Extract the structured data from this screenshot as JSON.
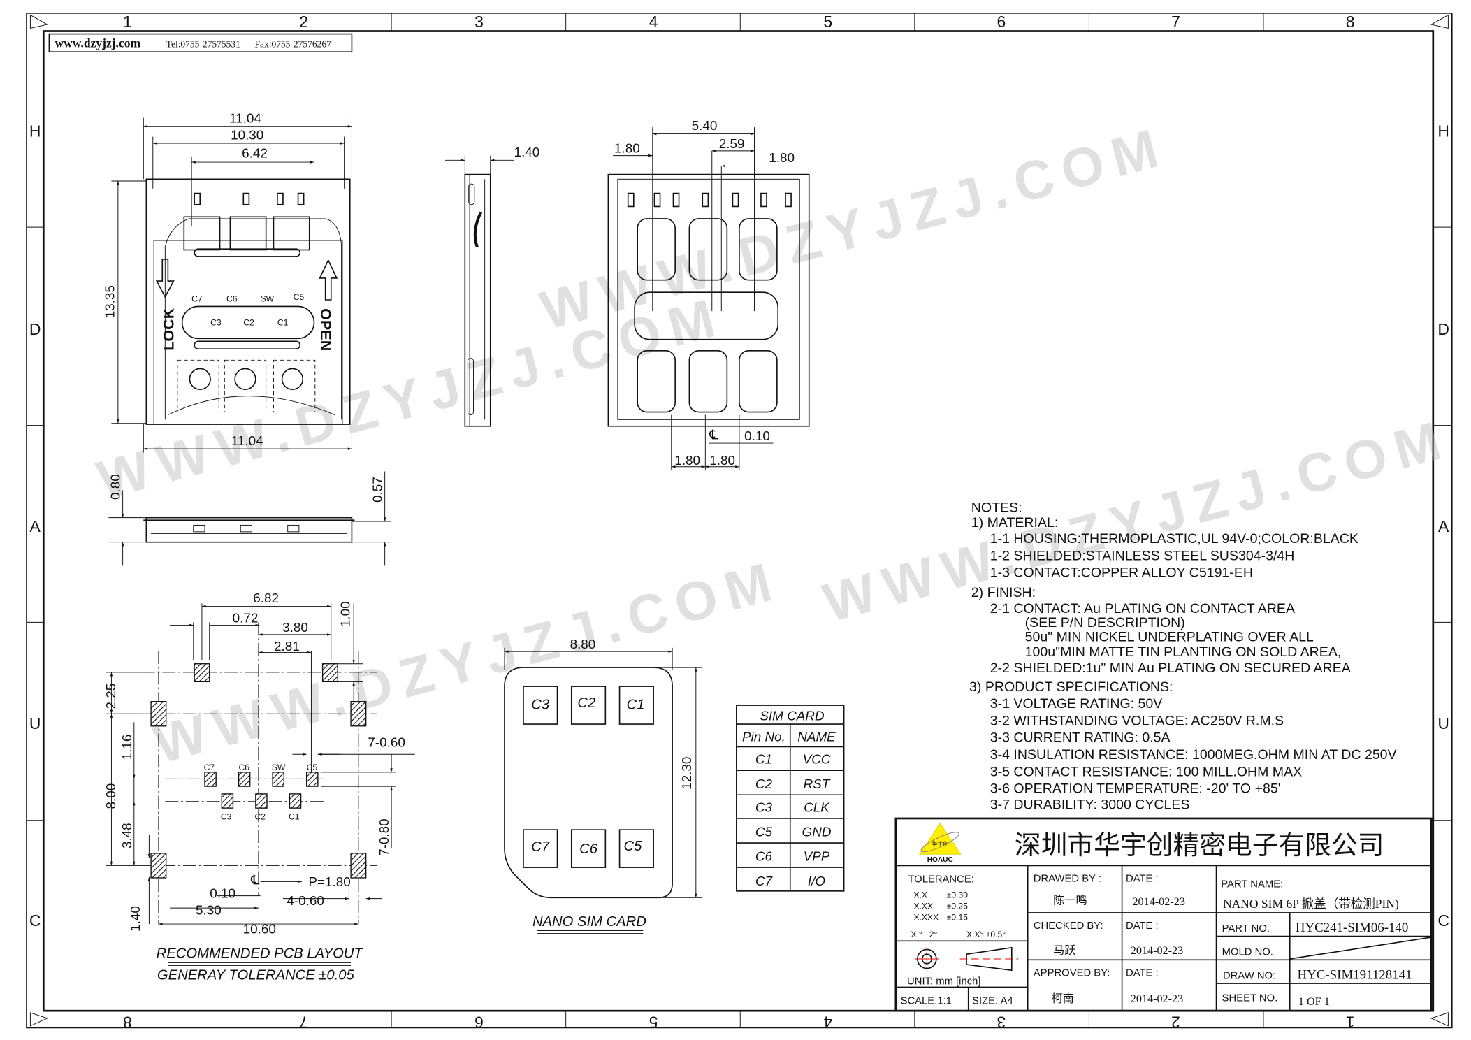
{
  "header": {
    "website": "www.dzyjzj.com",
    "tel": "Tel:0755-27575531",
    "fax": "Fax:0755-27576267"
  },
  "grid": {
    "columns": [
      "1",
      "2",
      "3",
      "4",
      "5",
      "6",
      "7",
      "8"
    ],
    "rows": [
      "H",
      "D",
      "A",
      "U",
      "C"
    ]
  },
  "watermark": "WWW.DZYJZJ.COM",
  "top_view": {
    "dims": {
      "overall_width": "11.04",
      "inner_width": "10.30",
      "slot_width": "6.42",
      "height": "13.35",
      "bottom_width": "11.04"
    },
    "labels": {
      "lock": "LOCK",
      "open": "OPEN"
    },
    "pins_top": [
      "C7",
      "C6",
      "SW",
      "C5"
    ],
    "pins_bottom": [
      "C3",
      "C2",
      "C1"
    ]
  },
  "side_view": {
    "thickness": "1.40"
  },
  "front_view": {
    "height": "0.80",
    "body_height": "0.57"
  },
  "bottom_view": {
    "dims": {
      "span": "5.40",
      "left": "1.80",
      "mid": "2.59",
      "right": "1.80",
      "offset": "0.10",
      "pitch_left": "1.80",
      "pitch_right": "1.80"
    },
    "centerline": "℄"
  },
  "pcb_layout": {
    "dims": {
      "d682": "6.82",
      "d072": "0.72",
      "d380": "3.80",
      "d281": "2.81",
      "d100": "1.00",
      "d225": "2.25",
      "d116": "1.16",
      "d800": "8.00",
      "d348": "3.48",
      "d140": "1.40",
      "d010": "0.10",
      "d530": "5.30",
      "d1060": "10.60",
      "pads_w": "7-0.60",
      "pads_h": "7-0.80",
      "pitch": "P=1.80",
      "side_pads": "4-0.60"
    },
    "pins_top": [
      "C7",
      "C6",
      "SW",
      "C5"
    ],
    "pins_bottom": [
      "C3",
      "C2",
      "C1"
    ],
    "centerline": "℄",
    "title": "RECOMMENDED PCB LAYOUT",
    "tolerance": "GENERAY TOLERANCE ±0.05"
  },
  "nano_sim": {
    "width": "8.80",
    "height": "12.30",
    "contacts_top": [
      "C3",
      "C2",
      "C1"
    ],
    "contacts_bottom": [
      "C7",
      "C6",
      "C5"
    ],
    "title": "NANO SIM CARD"
  },
  "sim_table": {
    "title": "SIM CARD",
    "headers": [
      "Pin No.",
      "NAME"
    ],
    "rows": [
      [
        "C1",
        "VCC"
      ],
      [
        "C2",
        "RST"
      ],
      [
        "C3",
        "CLK"
      ],
      [
        "C5",
        "GND"
      ],
      [
        "C6",
        "VPP"
      ],
      [
        "C7",
        "I/O"
      ]
    ]
  },
  "notes": {
    "title": "NOTES:",
    "lines": [
      "1) MATERIAL:",
      "1-1  HOUSING:THERMOPLASTIC,UL  94V-0;COLOR:BLACK",
      "1-2  SHIELDED:STAINLESS  STEEL  SUS304-3/4H",
      "1-3  CONTACT:COPPER  ALLOY  C5191-EH",
      "2) FINISH:",
      "2-1  CONTACT:   Au  PLATING  ON  CONTACT  AREA",
      "(SEE  P/N  DESCRIPTION)",
      "50u\"  MIN  NICKEL  UNDERPLATING  OVER  ALL",
      "100u\"MIN  MATTE  TIN  PLANTING  ON  SOLD  AREA,",
      "2-2  SHIELDED:1u\"  MIN  Au  PLATING  ON  SECURED  AREA",
      "3) PRODUCT  SPECIFICATIONS:",
      "3-1  VOLTAGE  RATING:  50V",
      "3-2  WITHSTANDING  VOLTAGE:  AC250V  R.M.S",
      "3-3  CURRENT  RATING:  0.5A",
      "3-4  INSULATION  RESISTANCE:  1000MEG.OHM  MIN  AT  DC  250V",
      "3-5  CONTACT  RESISTANCE:  100  MILL.OHM  MAX",
      "3-6  OPERATION  TEMPERATURE:  -20'  TO  +85'",
      "3-7  DURABILITY:  3000  CYCLES"
    ]
  },
  "title_block": {
    "logo_text": "华宇创",
    "logo_brand": "HOAUC",
    "company": "深圳市华宇创精密电子有限公司",
    "tolerance_label": "TOLERANCE:",
    "tolerances": [
      [
        "X.X",
        "±0.30"
      ],
      [
        "X.XX",
        "±0.25"
      ],
      [
        "X.XXX",
        "±0.15"
      ]
    ],
    "angle_tol": [
      "X.°  ±2°",
      "X.X°  ±0.5°"
    ],
    "unit": "UNIT:  mm  [inch]",
    "scale": "SCALE:1:1",
    "size": "SIZE:  A4",
    "drawed_by_label": "DRAWED  BY :",
    "drawed_by": "陈一鸣",
    "checked_by_label": "CHECKED  BY:",
    "checked_by": "马跃",
    "approved_by_label": "APPROVED  BY:",
    "approved_by": "柯南",
    "date_label": "DATE  :",
    "dates": [
      "2014-02-23",
      "2014-02-23",
      "2014-02-23"
    ],
    "part_name_label": "PART  NAME:",
    "part_name": "NANO SIM 6P 掀盖（带检测PIN)",
    "part_no_label": "PART  NO.",
    "part_no": "HYC241-SIM06-140",
    "mold_no_label": "MOLD  NO.",
    "draw_no_label": "DRAW  NO:",
    "draw_no": "HYC-SIM191128141",
    "sheet_no_label": "SHEET  NO.",
    "sheet_no": "1 OF 1"
  }
}
